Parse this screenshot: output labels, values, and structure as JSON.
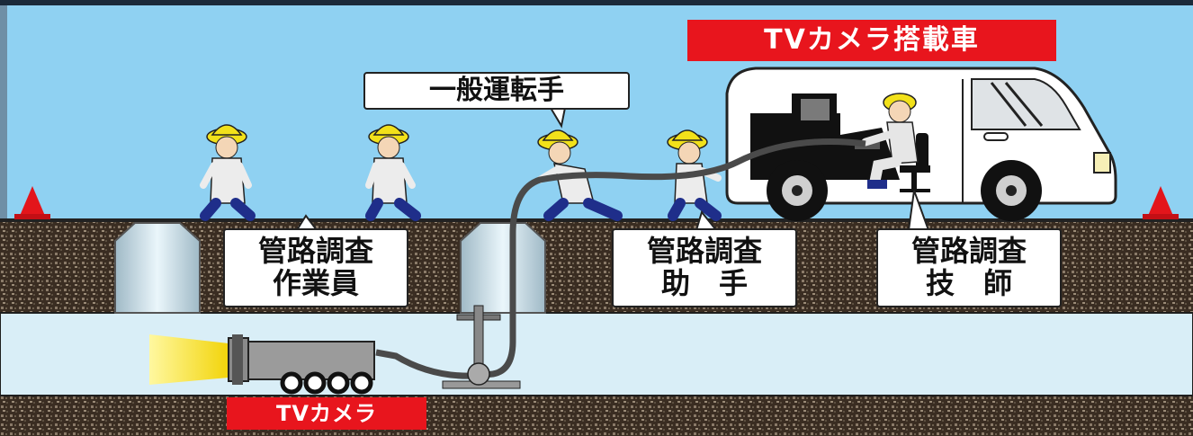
{
  "labels": {
    "vehicle": "TVカメラ搭載車",
    "driver": "一般運転手",
    "worker_line1": "管路調査",
    "worker_line2": "作業員",
    "assistant_line1": "管路調査",
    "assistant_line2": "助　手",
    "technician_line1": "管路調査",
    "technician_line2": "技　師",
    "camera": "TVカメラ"
  },
  "colors": {
    "sky": "#8fd1f2",
    "ground": "#3a2d22",
    "pipe": "#d9eef7",
    "label_red": "#e8151d",
    "cone": "#e3151b"
  },
  "icons": [
    "traffic-cone-icon",
    "worker-icon",
    "van-icon",
    "camera-icon",
    "cable-reel-icon"
  ]
}
